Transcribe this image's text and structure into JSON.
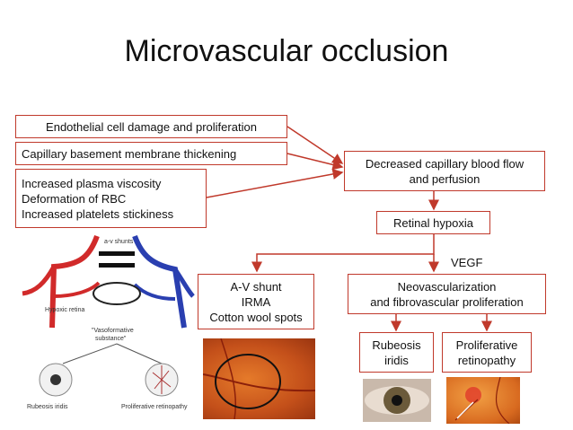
{
  "title": "Microvascular occlusion",
  "boxes": {
    "endothelial": "Endothelial cell damage and proliferation",
    "capillary_bm": "Capillary basement membrane thickening",
    "plasma_lines": [
      "Increased plasma viscosity",
      "Deformation of RBC",
      "Increased platelets stickiness"
    ],
    "decreased_flow_lines": [
      "Decreased capillary blood flow",
      "and perfusion"
    ],
    "retinal_hypoxia": "Retinal hypoxia",
    "av_lines": [
      "A-V shunt",
      "IRMA",
      "Cotton wool spots"
    ],
    "neo_lines": [
      "Neovascularization",
      "and fibrovascular proliferation"
    ],
    "rubeosis_lines": [
      "Rubeosis",
      "iridis"
    ],
    "proliferative_lines": [
      "Proliferative",
      "retinopathy"
    ]
  },
  "labels": {
    "vegf": "VEGF"
  },
  "illustration": {
    "av_shunts": "a-v shunts",
    "vasoformative_lines": [
      "\"Vasoformative",
      "substance\""
    ],
    "hypoxic_retina": "Hypoxic retina",
    "rubeosis": "Rubeosis iridis",
    "proliferative": "Proliferative retinopathy"
  },
  "colors": {
    "box_border": "#c0392b",
    "arrow": "#c0392b"
  }
}
